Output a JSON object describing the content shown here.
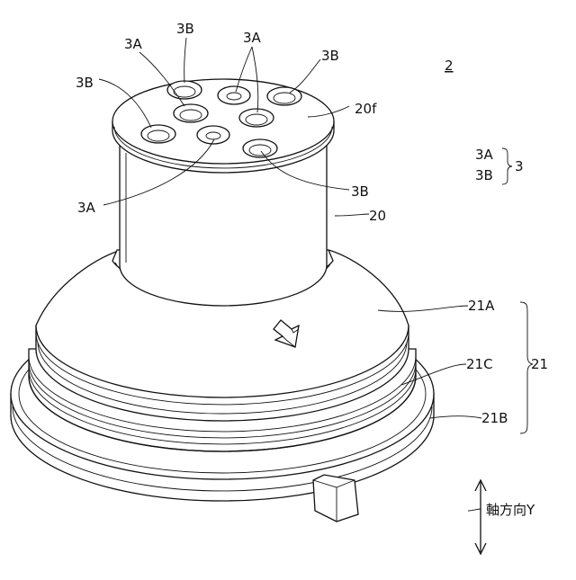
{
  "figure": {
    "ref_number": "2",
    "labels": {
      "hole_a": "3A",
      "hole_b": "3B",
      "top_face": "20f",
      "body": "20",
      "flange_upper": "21A",
      "flange_groove": "21C",
      "flange_lower": "21B",
      "flange_group": "21",
      "holes_group": "3"
    },
    "axis_label": "軸方向Y"
  }
}
